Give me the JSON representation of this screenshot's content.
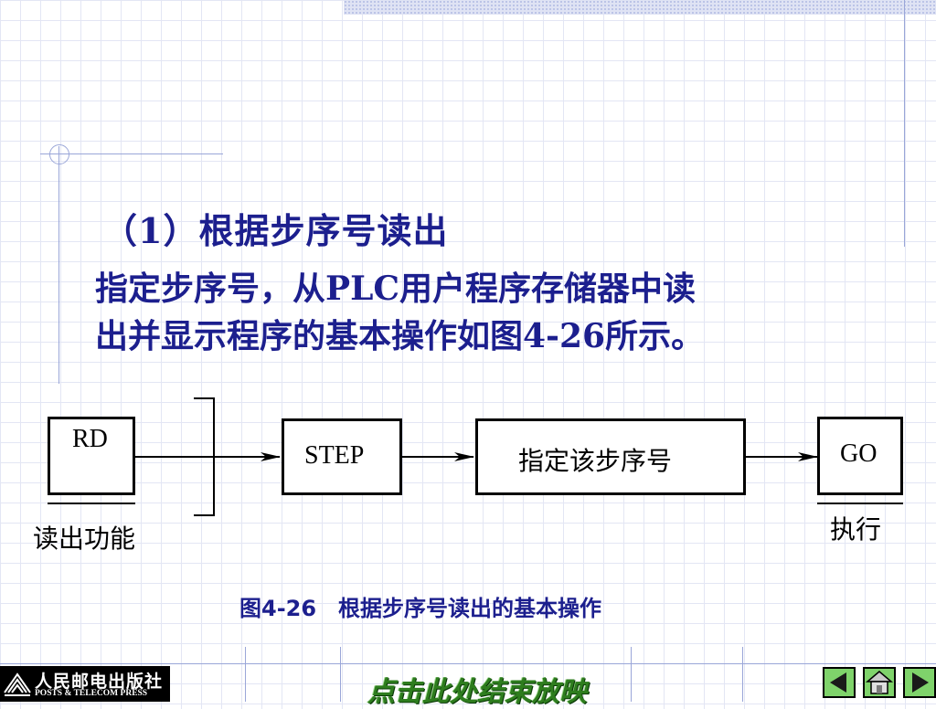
{
  "slide": {
    "heading": "（1）根据步序号读出",
    "paragraph_line1": "指定步序号，从PLC用户程序存储器中读",
    "paragraph_line2": "出并显示程序的基本操作如图4-26所示。"
  },
  "diagram": {
    "rd_label": "RD",
    "read_function_label": "读出功能",
    "step_label": "STEP",
    "specify_step_label": "指定该步序号",
    "go_label": "GO",
    "execute_label": "执行",
    "caption": "图4-26　根据步序号读出的基本操作"
  },
  "footer": {
    "publisher_cn": "人民邮电出版社",
    "publisher_en": "POSTS & TELECOM PRESS",
    "end_show_label": "点击此处结束放映"
  },
  "colors": {
    "text_blue": "#1c1f8e",
    "button_green": "#7fd36b"
  }
}
